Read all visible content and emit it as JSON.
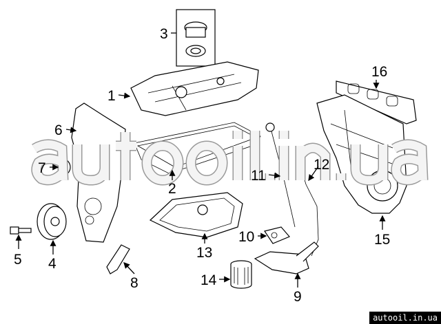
{
  "callouts": {
    "c1": "1",
    "c2": "2",
    "c3": "3",
    "c4": "4",
    "c5": "5",
    "c6": "6",
    "c7": "7",
    "c8": "8",
    "c9": "9",
    "c10": "10",
    "c11": "11",
    "c12": "12",
    "c13": "13",
    "c14": "14",
    "c15": "15",
    "c16": "16"
  },
  "watermark": "autooil.in.ua",
  "site_label": "autooil.in.ua"
}
